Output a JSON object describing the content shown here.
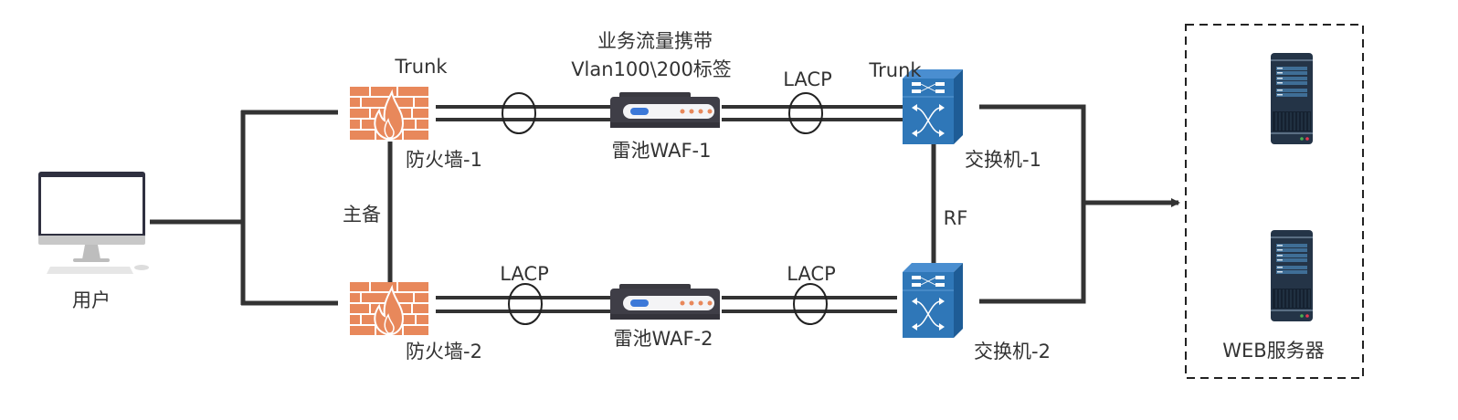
{
  "colors": {
    "line": "#333333",
    "firewall": "#E8885B",
    "switch": "#2F77B8",
    "switch_dark": "#1E5C96",
    "waf_body": "#3F3E47",
    "waf_led_blue": "#3C78D8",
    "waf_led_orange": "#E8885B",
    "server_body": "#243447",
    "server_panel": "#3F6E96"
  },
  "nodes": {
    "user": {
      "label": "用户",
      "icon": "desktop-computer-icon"
    },
    "firewall1": {
      "label": "防火墙-1",
      "icon": "firewall-icon",
      "top_label": "Trunk"
    },
    "firewall2": {
      "label": "防火墙-2",
      "icon": "firewall-icon"
    },
    "waf1": {
      "label": "雷池WAF-1",
      "icon": "waf-appliance-icon",
      "annotation_line1": "业务流量携带",
      "annotation_line2": "Vlan100\\200标签"
    },
    "waf2": {
      "label": "雷池WAF-2",
      "icon": "waf-appliance-icon"
    },
    "switch1": {
      "label": "交换机-1",
      "icon": "switch-icon",
      "top_label": "Trunk"
    },
    "switch2": {
      "label": "交换机-2",
      "icon": "switch-icon"
    },
    "web_servers": {
      "label": "WEB服务器",
      "icon": "server-icon",
      "count": 2
    }
  },
  "links": {
    "firewall_ha": "主备",
    "switch_stack": "RF",
    "waf1_to_switch1": "LACP",
    "fw2_to_waf2": "LACP",
    "waf2_to_switch2": "LACP"
  }
}
